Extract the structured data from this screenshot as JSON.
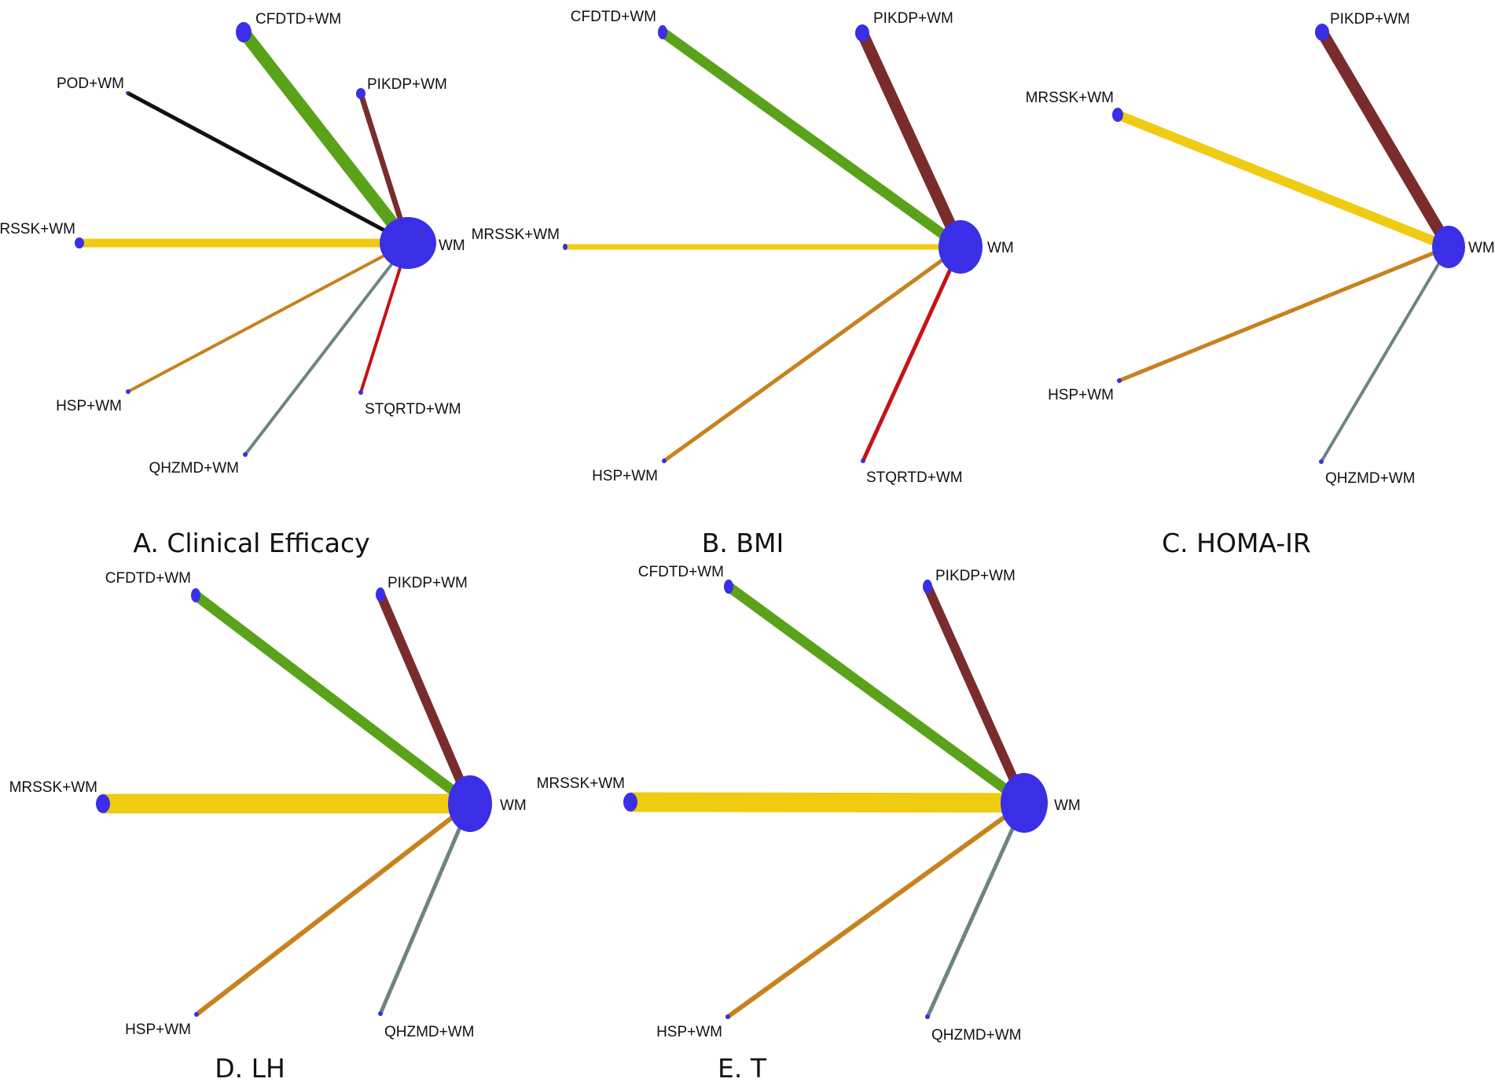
{
  "colors": {
    "node": "#3a2fe6",
    "CFDTD+WM": "#5aa21a",
    "PIKDP+WM": "#7a2c2c",
    "POD+WM": "#111111",
    "IRSSK+WM": "#efcb12",
    "MRSSK+WM": "#efcb12",
    "HSP+WM": "#c7821e",
    "QHZMD+WM": "#6e8483",
    "STQRTD+WM": "#c41414"
  },
  "panels": [
    {
      "caption": "A. Clinical Efficacy",
      "center_label": "WM",
      "treatments": [
        "CFDTD+WM",
        "PIKDP+WM",
        "POD+WM",
        "IRSSK+WM",
        "HSP+WM",
        "QHZMD+WM",
        "STQRTD+WM"
      ]
    },
    {
      "caption": "B. BMI",
      "center_label": "WM",
      "treatments": [
        "CFDTD+WM",
        "PIKDP+WM",
        "MRSSK+WM",
        "HSP+WM",
        "STQRTD+WM"
      ]
    },
    {
      "caption": "C. HOMA-IR",
      "center_label": "WM",
      "treatments": [
        "PIKDP+WM",
        "MRSSK+WM",
        "HSP+WM",
        "QHZMD+WM"
      ]
    },
    {
      "caption": "D. LH",
      "center_label": "WM",
      "treatments": [
        "CFDTD+WM",
        "PIKDP+WM",
        "MRSSK+WM",
        "HSP+WM",
        "QHZMD+WM"
      ]
    },
    {
      "caption": "E. T",
      "center_label": "WM",
      "treatments": [
        "CFDTD+WM",
        "PIKDP+WM",
        "MRSSK+WM",
        "HSP+WM",
        "QHZMD+WM"
      ]
    }
  ]
}
